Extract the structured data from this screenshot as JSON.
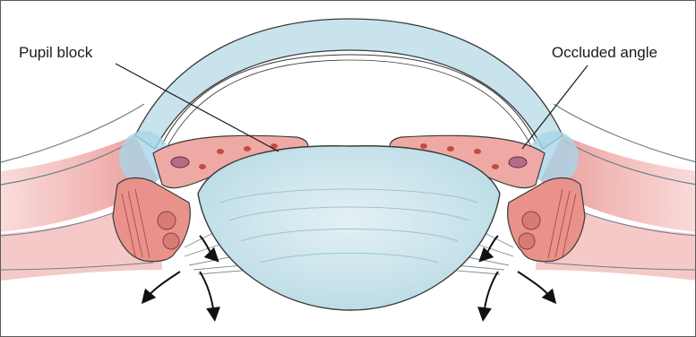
{
  "labels": {
    "pupil_block": "Pupil block",
    "occluded_angle": "Occluded angle"
  },
  "colors": {
    "cornea": "#c9e3ec",
    "lens": "#cfe6ec",
    "iris": "#efa9a4",
    "ciliary_body": "#e9928c",
    "sclera_pink": "#f3c3c1",
    "limbus_blue": "#a9d6ea",
    "outline": "#3a3a3a"
  },
  "icons": [
    "aqueous-flow-arrow"
  ]
}
